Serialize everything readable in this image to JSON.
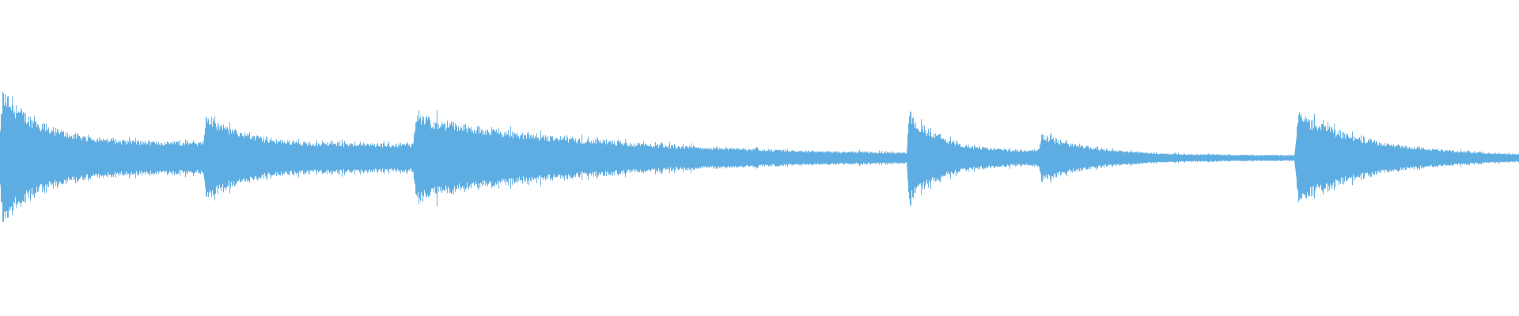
{
  "waveform": {
    "color": "#5DADE2",
    "background": "#FFFFFF",
    "duration_fraction_end": 1.0,
    "peak_amplitude": 1.0,
    "notes": [
      {
        "onset": 0.0,
        "amplitude": 1.0,
        "decay": 0.6,
        "floor": 0.22
      },
      {
        "onset": 0.134,
        "amplitude": 0.66,
        "decay": 0.55,
        "floor": 0.2
      },
      {
        "onset": 0.272,
        "amplitude": 0.62,
        "decay": 1.1,
        "floor": 0.04
      },
      {
        "onset": 0.597,
        "amplitude": 0.7,
        "decay": 0.7,
        "floor": 0.1
      },
      {
        "onset": 0.684,
        "amplitude": 0.36,
        "decay": 0.6,
        "floor": 0.04
      },
      {
        "onset": 0.853,
        "amplitude": 0.66,
        "decay": 1.0,
        "floor": 0.03
      }
    ]
  }
}
